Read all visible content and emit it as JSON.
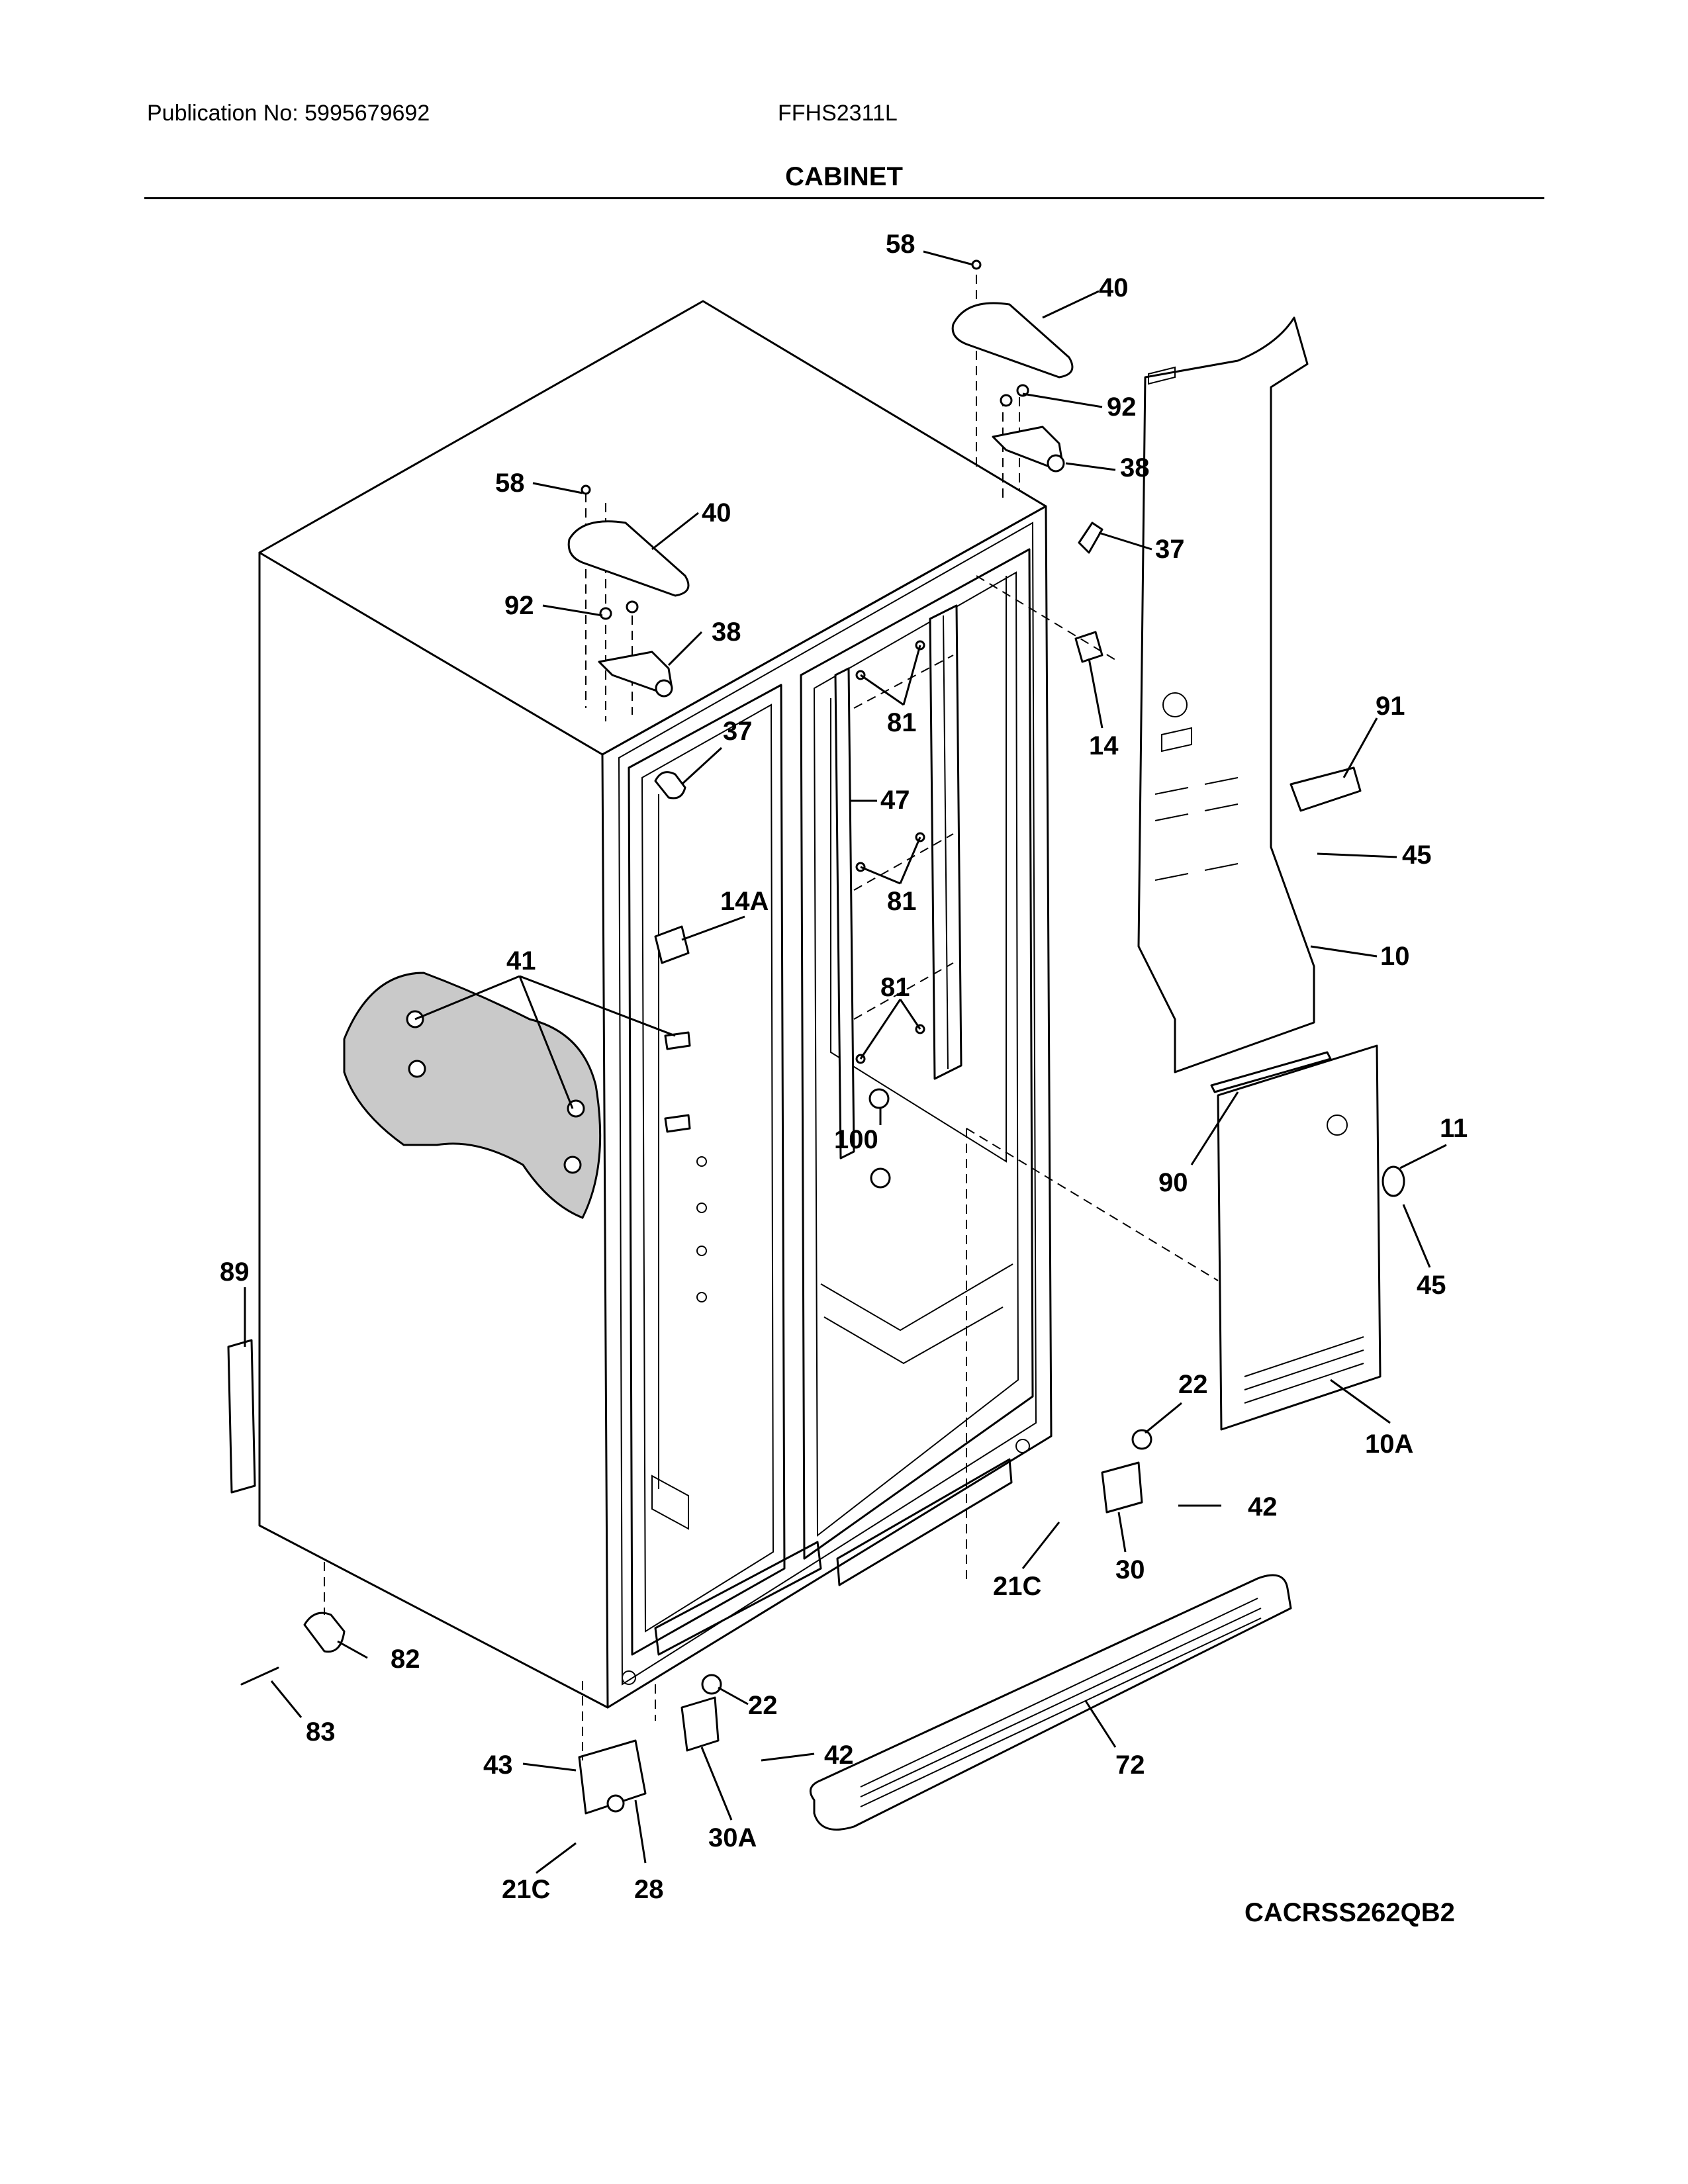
{
  "header": {
    "publication": "Publication No: 5995679692",
    "model": "FFHS2311L",
    "section_title": "CABINET"
  },
  "diagram_code": "CACRSS262QB2",
  "callouts": [
    {
      "id": "c58a",
      "text": "58"
    },
    {
      "id": "c40a",
      "text": "40"
    },
    {
      "id": "c92a",
      "text": "92"
    },
    {
      "id": "c38a",
      "text": "38"
    },
    {
      "id": "c37a",
      "text": "37"
    },
    {
      "id": "c58b",
      "text": "58"
    },
    {
      "id": "c40b",
      "text": "40"
    },
    {
      "id": "c92b",
      "text": "92"
    },
    {
      "id": "c38b",
      "text": "38"
    },
    {
      "id": "c37b",
      "text": "37"
    },
    {
      "id": "c81a",
      "text": "81"
    },
    {
      "id": "c47",
      "text": "47"
    },
    {
      "id": "c81b",
      "text": "81"
    },
    {
      "id": "c81c",
      "text": "81"
    },
    {
      "id": "c14",
      "text": "14"
    },
    {
      "id": "c91",
      "text": "91"
    },
    {
      "id": "c45a",
      "text": "45"
    },
    {
      "id": "c10",
      "text": "10"
    },
    {
      "id": "c14A",
      "text": "14A"
    },
    {
      "id": "c41",
      "text": "41"
    },
    {
      "id": "c100",
      "text": "100"
    },
    {
      "id": "c11",
      "text": "11"
    },
    {
      "id": "c90",
      "text": "90"
    },
    {
      "id": "c45b",
      "text": "45"
    },
    {
      "id": "c89",
      "text": "89"
    },
    {
      "id": "c22a",
      "text": "22"
    },
    {
      "id": "c10A",
      "text": "10A"
    },
    {
      "id": "c42a",
      "text": "42"
    },
    {
      "id": "c30",
      "text": "30"
    },
    {
      "id": "c21Ca",
      "text": "21C"
    },
    {
      "id": "c82",
      "text": "82"
    },
    {
      "id": "c83",
      "text": "83"
    },
    {
      "id": "c22b",
      "text": "22"
    },
    {
      "id": "c42b",
      "text": "42"
    },
    {
      "id": "c72",
      "text": "72"
    },
    {
      "id": "c43",
      "text": "43"
    },
    {
      "id": "c30A",
      "text": "30A"
    },
    {
      "id": "c21Cb",
      "text": "21C"
    },
    {
      "id": "c28",
      "text": "28"
    }
  ]
}
